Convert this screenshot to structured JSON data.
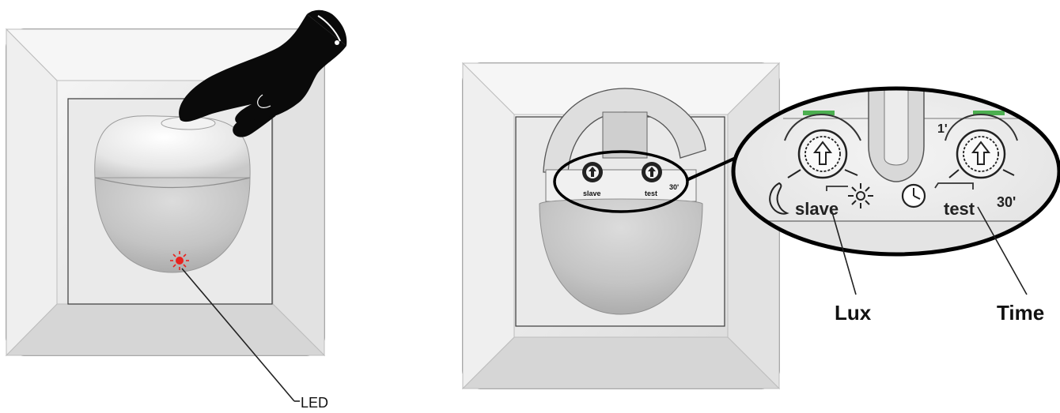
{
  "labels": {
    "led": "LED",
    "lux": "Lux",
    "time": "Time"
  },
  "dial_markings": {
    "slave": "slave",
    "test": "test",
    "min_time": "1'",
    "max_time": "30'"
  },
  "colors": {
    "led": "#e8231f",
    "plate": "#ededed",
    "outline": "#1a1a1a",
    "hand": "#0a0a0a",
    "indicator_green": "#4caf50"
  }
}
